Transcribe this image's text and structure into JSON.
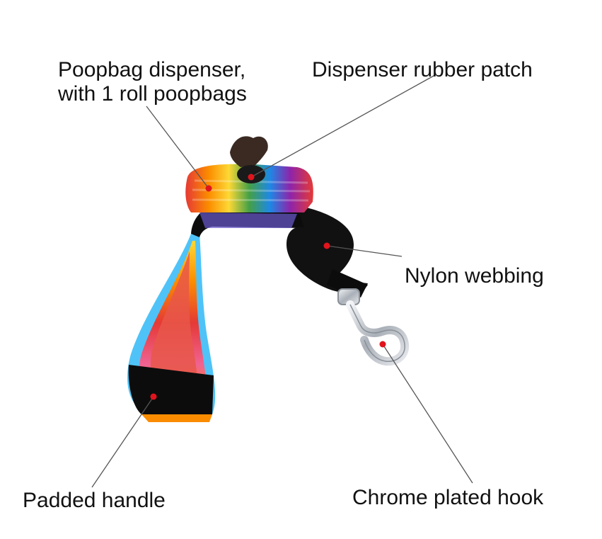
{
  "labels": {
    "poopbag_dispenser_line1": "Poopbag dispenser,",
    "poopbag_dispenser_line2": "with 1 roll poopbags",
    "rubber_patch": "Dispenser rubber patch",
    "nylon_webbing": "Nylon webbing",
    "padded_handle": "Padded handle",
    "chrome_hook": "Chrome plated hook"
  },
  "colors": {
    "marker": "#e0141c",
    "leader_line": "#555555",
    "webbing": "#0c0c0c",
    "chrome": "#c8ccd2",
    "rainbow": [
      "#e53935",
      "#fb8c00",
      "#fdd835",
      "#43a047",
      "#1e88e5",
      "#8e24aa",
      "#4fc3f7"
    ]
  }
}
